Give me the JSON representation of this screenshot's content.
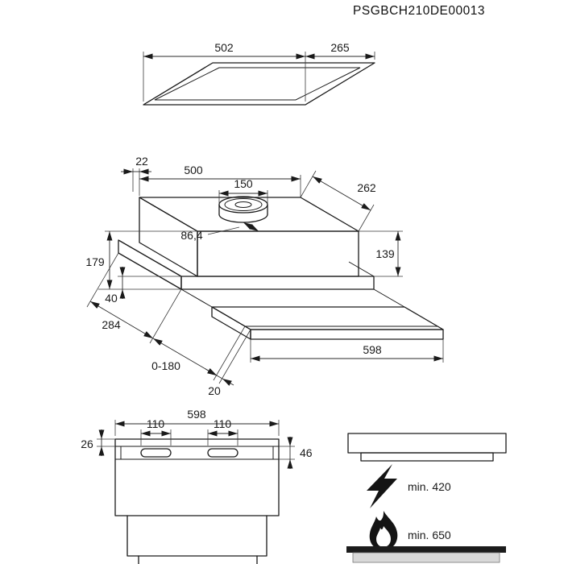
{
  "title": "PSGBCH210DE00013",
  "colors": {
    "ink": "#1a1a1a",
    "cooktop_gray": "#d9d9d9"
  },
  "icons": {
    "electric": "lightning-icon",
    "gas": "flame-icon"
  },
  "top_view": {
    "width": "502",
    "depth": "265"
  },
  "iso_view": {
    "back_offset": "22",
    "body_width": "500",
    "duct_diameter": "150",
    "body_depth": "262",
    "duct_offset": "86,4",
    "body_height": "139",
    "total_height": "179",
    "bottom_height": "40",
    "bottom_depth": "284",
    "pullout_range": "0-180",
    "front_lip": "20",
    "bottom_width": "598"
  },
  "front_view": {
    "width": "598",
    "grip_left": "110",
    "grip_right": "110",
    "top_lip": "26",
    "visor_height": "46"
  },
  "clearance_view": {
    "electric_clearance": "min. 420",
    "gas_clearance": "min. 650"
  }
}
